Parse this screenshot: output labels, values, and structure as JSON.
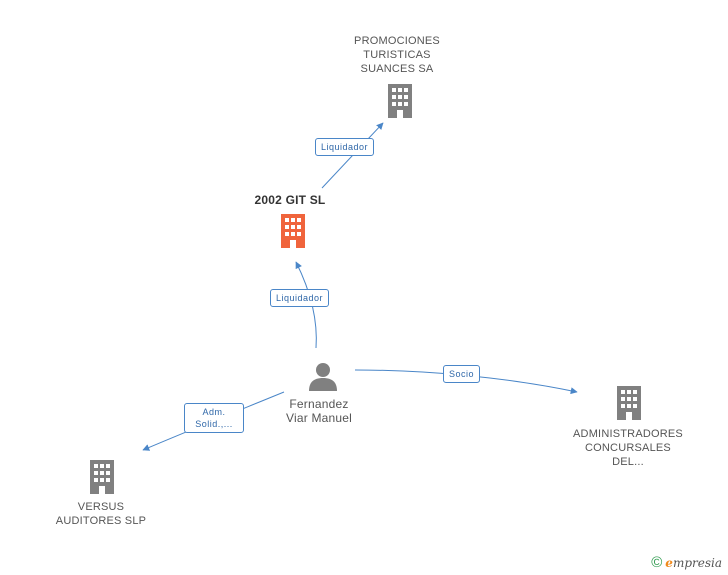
{
  "nodes": {
    "promociones": {
      "label": "PROMOCIONES\nTURISTICAS\nSUANCES SA"
    },
    "git": {
      "label": "2002 GIT SL"
    },
    "person": {
      "label": "Fernandez\nViar Manuel"
    },
    "administradores": {
      "label": "ADMINISTRADORES\nCONCURSALES\nDEL..."
    },
    "versus": {
      "label": "VERSUS\nAUDITORES SLP"
    }
  },
  "edges": {
    "liquidador_top": "Liquidador",
    "liquidador_mid": "Liquidador",
    "socio": "Socio",
    "adm": "Adm.\nSolid.,..."
  },
  "colors": {
    "edge": "#4a86c8",
    "company_icon": "#808080",
    "highlight_icon": "#f0643c",
    "person_icon": "#808080"
  },
  "footer": {
    "copyright": "©",
    "brand_initial": "e",
    "brand_rest": "mpresia"
  }
}
